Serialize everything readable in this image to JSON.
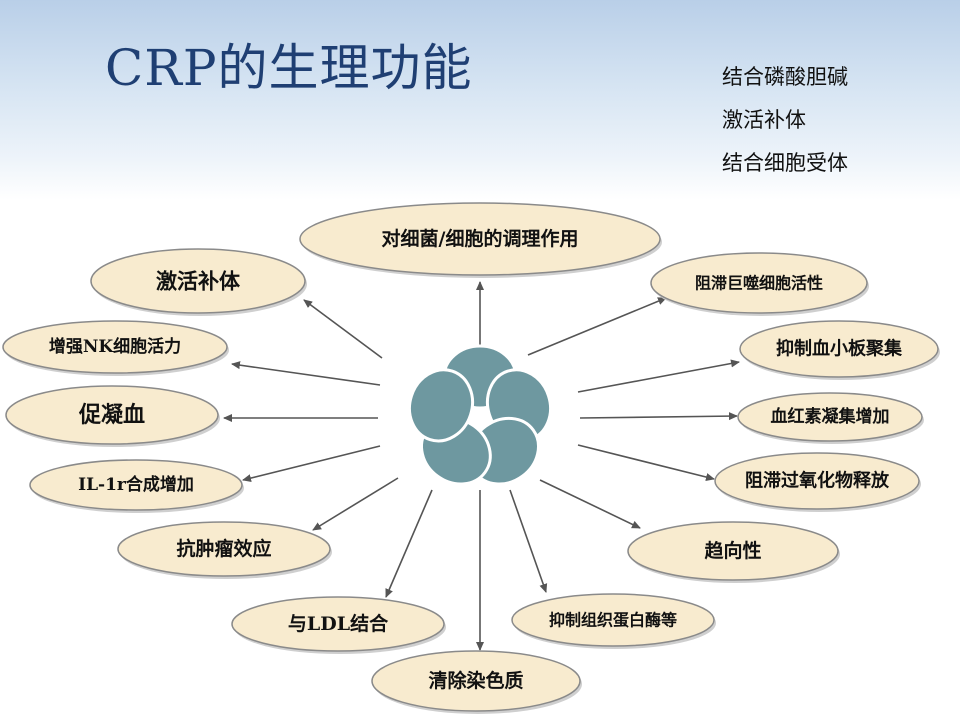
{
  "title": "CRP的生理功能",
  "side_notes": [
    "结合磷酸胆碱",
    "激活补体",
    "结合细胞受体"
  ],
  "colors": {
    "title": "#1f3f73",
    "ellipse_fill": "#f8ebcf",
    "ellipse_stroke": "#8a8a8a",
    "pentamer_fill": "#6e98a0",
    "arrow": "#555555"
  },
  "center_icon": "crp-pentamer-icon",
  "functions": [
    {
      "id": "regulate-bacteria-cells",
      "label": "对细菌/细胞的调理作用"
    },
    {
      "id": "activate-complement",
      "label": "激活补体"
    },
    {
      "id": "enhance-nk",
      "label": "增强NK细胞活力"
    },
    {
      "id": "promote-coagulation",
      "label": "促凝血"
    },
    {
      "id": "il1r-increase",
      "label": "IL-1r合成增加"
    },
    {
      "id": "anti-tumor",
      "label": "抗肿瘤效应"
    },
    {
      "id": "bind-ldl",
      "label": "与LDL结合"
    },
    {
      "id": "clear-chromatin",
      "label": "清除染色质"
    },
    {
      "id": "inhibit-protease",
      "label": "抑制组织蛋白酶等"
    },
    {
      "id": "chemotaxis",
      "label": "趋向性"
    },
    {
      "id": "block-peroxide",
      "label": "阻滞过氧化物释放"
    },
    {
      "id": "hemoglobin-aggregation",
      "label": "血红素凝集增加"
    },
    {
      "id": "inhibit-platelet",
      "label": "抑制血小板聚集"
    },
    {
      "id": "block-macrophage",
      "label": "阻滞巨噬细胞活性"
    }
  ]
}
